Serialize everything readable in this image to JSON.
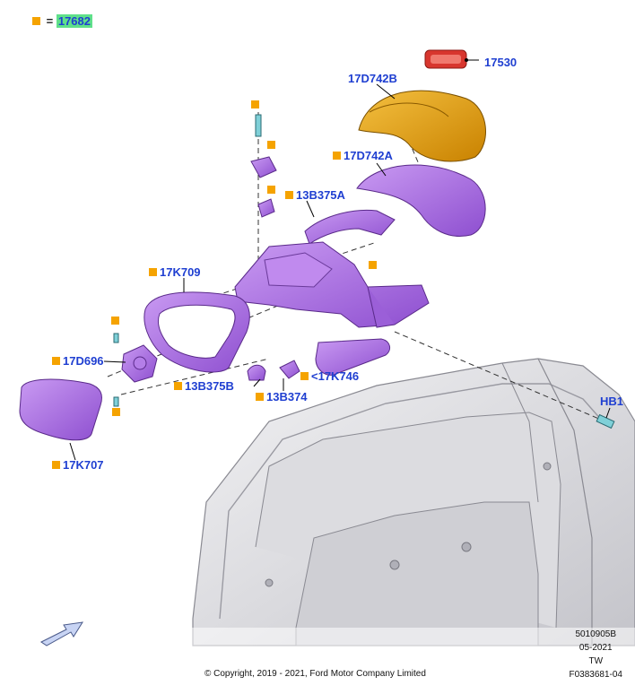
{
  "legend": {
    "eq": "=",
    "part": "17682"
  },
  "callouts": {
    "c17530": "17530",
    "c17D742B": "17D742B",
    "c17D742A": "17D742A",
    "c13B375A": "13B375A",
    "c17K709": "17K709",
    "c17D696": "17D696",
    "c13B375B": "13B375B",
    "c13B374": "13B374",
    "c17K746": "<17K746",
    "c17K707": "17K707",
    "cHB1": "HB1"
  },
  "meta": {
    "ref": "5010905B",
    "date": "05-2021",
    "region": "TW",
    "figure": "F0383681-04"
  },
  "copyright": "© Copyright, 2019 - 2021, Ford Motor Company Limited",
  "colors": {
    "label_blue": "#1f3fd1",
    "marker_orange": "#f5a300",
    "part_purple": "#a66ee0",
    "cover_orange": "#e0a020",
    "cap_red": "#d8362e"
  }
}
